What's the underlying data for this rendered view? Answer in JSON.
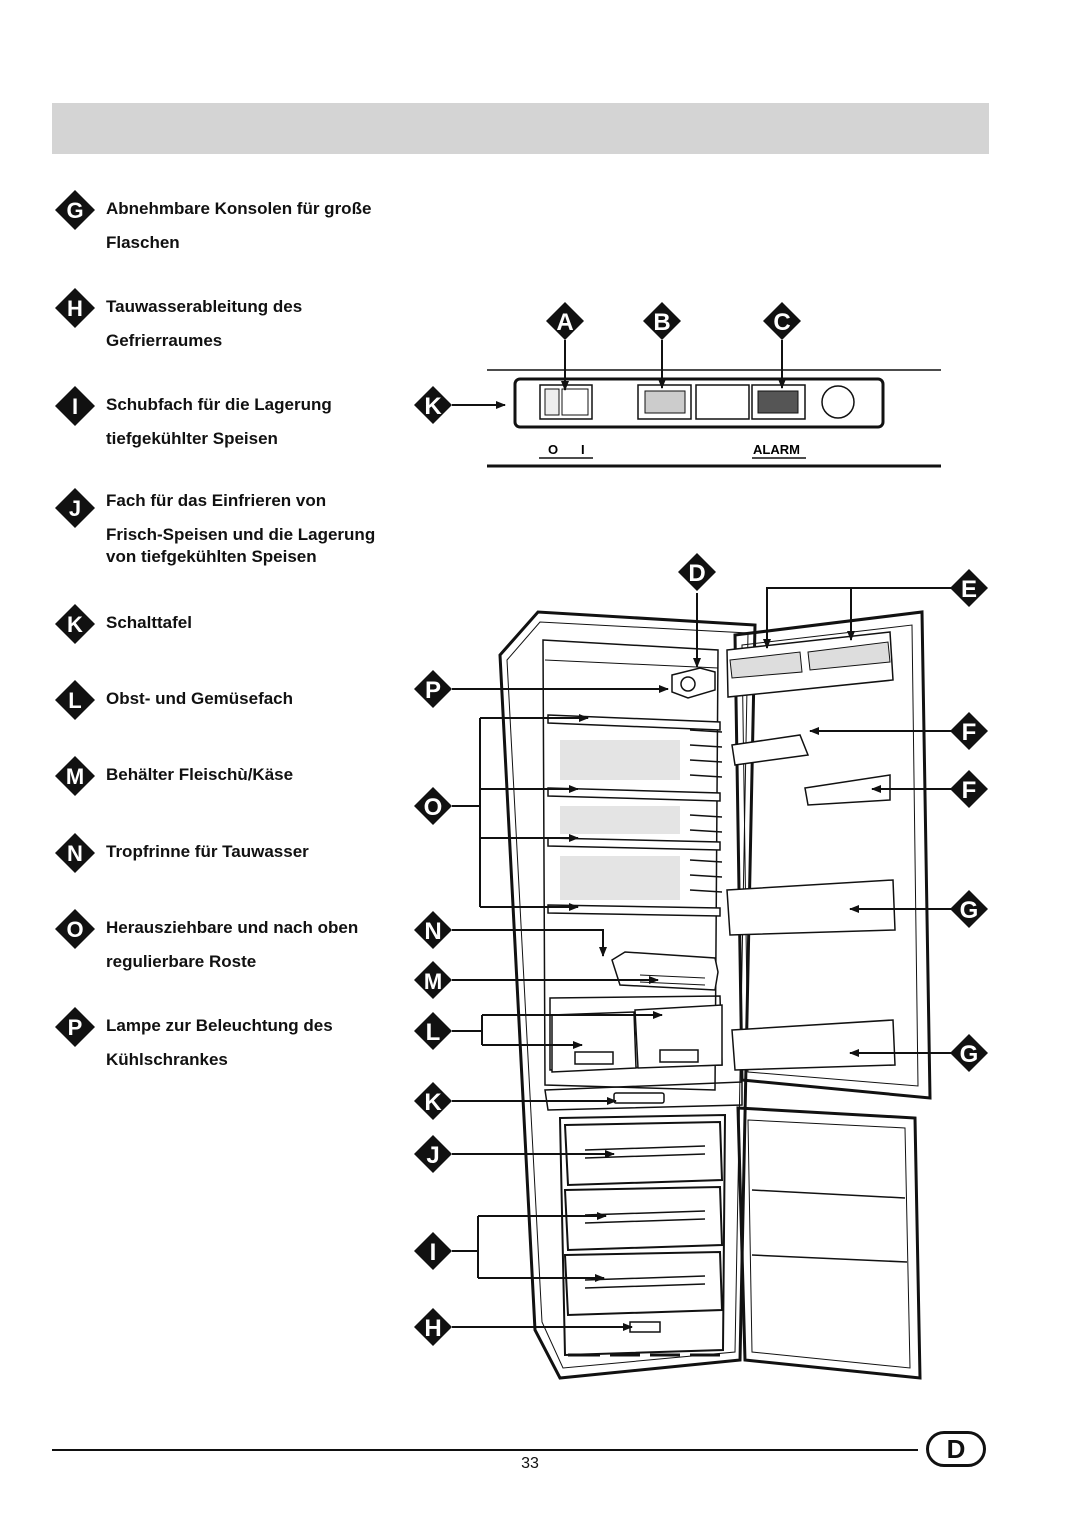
{
  "legend": [
    {
      "letter": "G",
      "lines": [
        "Abnehmbare Konsolen für große",
        "Flaschen"
      ]
    },
    {
      "letter": "H",
      "lines": [
        "Tauwasserableitung des",
        "Gefrierraumes"
      ]
    },
    {
      "letter": "I",
      "lines": [
        "Schubfach für die Lagerung",
        "tiefgekühlter Speisen"
      ]
    },
    {
      "letter": "J",
      "lines": [
        "Fach für das Einfrieren von",
        "Frisch-Speisen und die Lagerung",
        "von tiefgekühlten Speisen"
      ]
    },
    {
      "letter": "K",
      "lines": [
        "Schalttafel"
      ]
    },
    {
      "letter": "L",
      "lines": [
        "Obst- und Gemüsefach"
      ]
    },
    {
      "letter": "M",
      "lines": [
        "Behälter Fleischù/Käse"
      ]
    },
    {
      "letter": "N",
      "lines": [
        "Tropfrinne für Tauwasser"
      ]
    },
    {
      "letter": "O",
      "lines": [
        "Herausziehbare und nach oben",
        "regulierbare Roste"
      ]
    },
    {
      "letter": "P",
      "lines": [
        "Lampe zur Beleuchtung des",
        "Kühlschrankes"
      ]
    }
  ],
  "control_panel": {
    "switch_label_off": "O",
    "switch_label_on": "I",
    "alarm_label": "ALARM"
  },
  "callouts": {
    "A": "A",
    "B": "B",
    "C": "C",
    "K_panel": "K",
    "D": "D",
    "E": "E",
    "F1": "F",
    "F2": "F",
    "G1": "G",
    "G2": "G",
    "P": "P",
    "O": "O",
    "N": "N",
    "M": "M",
    "L": "L",
    "K": "K",
    "J": "J",
    "I": "I",
    "H": "H"
  },
  "footer": {
    "page_number": "33",
    "language_badge": "D"
  },
  "colors": {
    "header_bar": "#d4d4d4",
    "badge": "#111111",
    "panel_light": "#cccccc",
    "panel_dark": "#555555"
  }
}
